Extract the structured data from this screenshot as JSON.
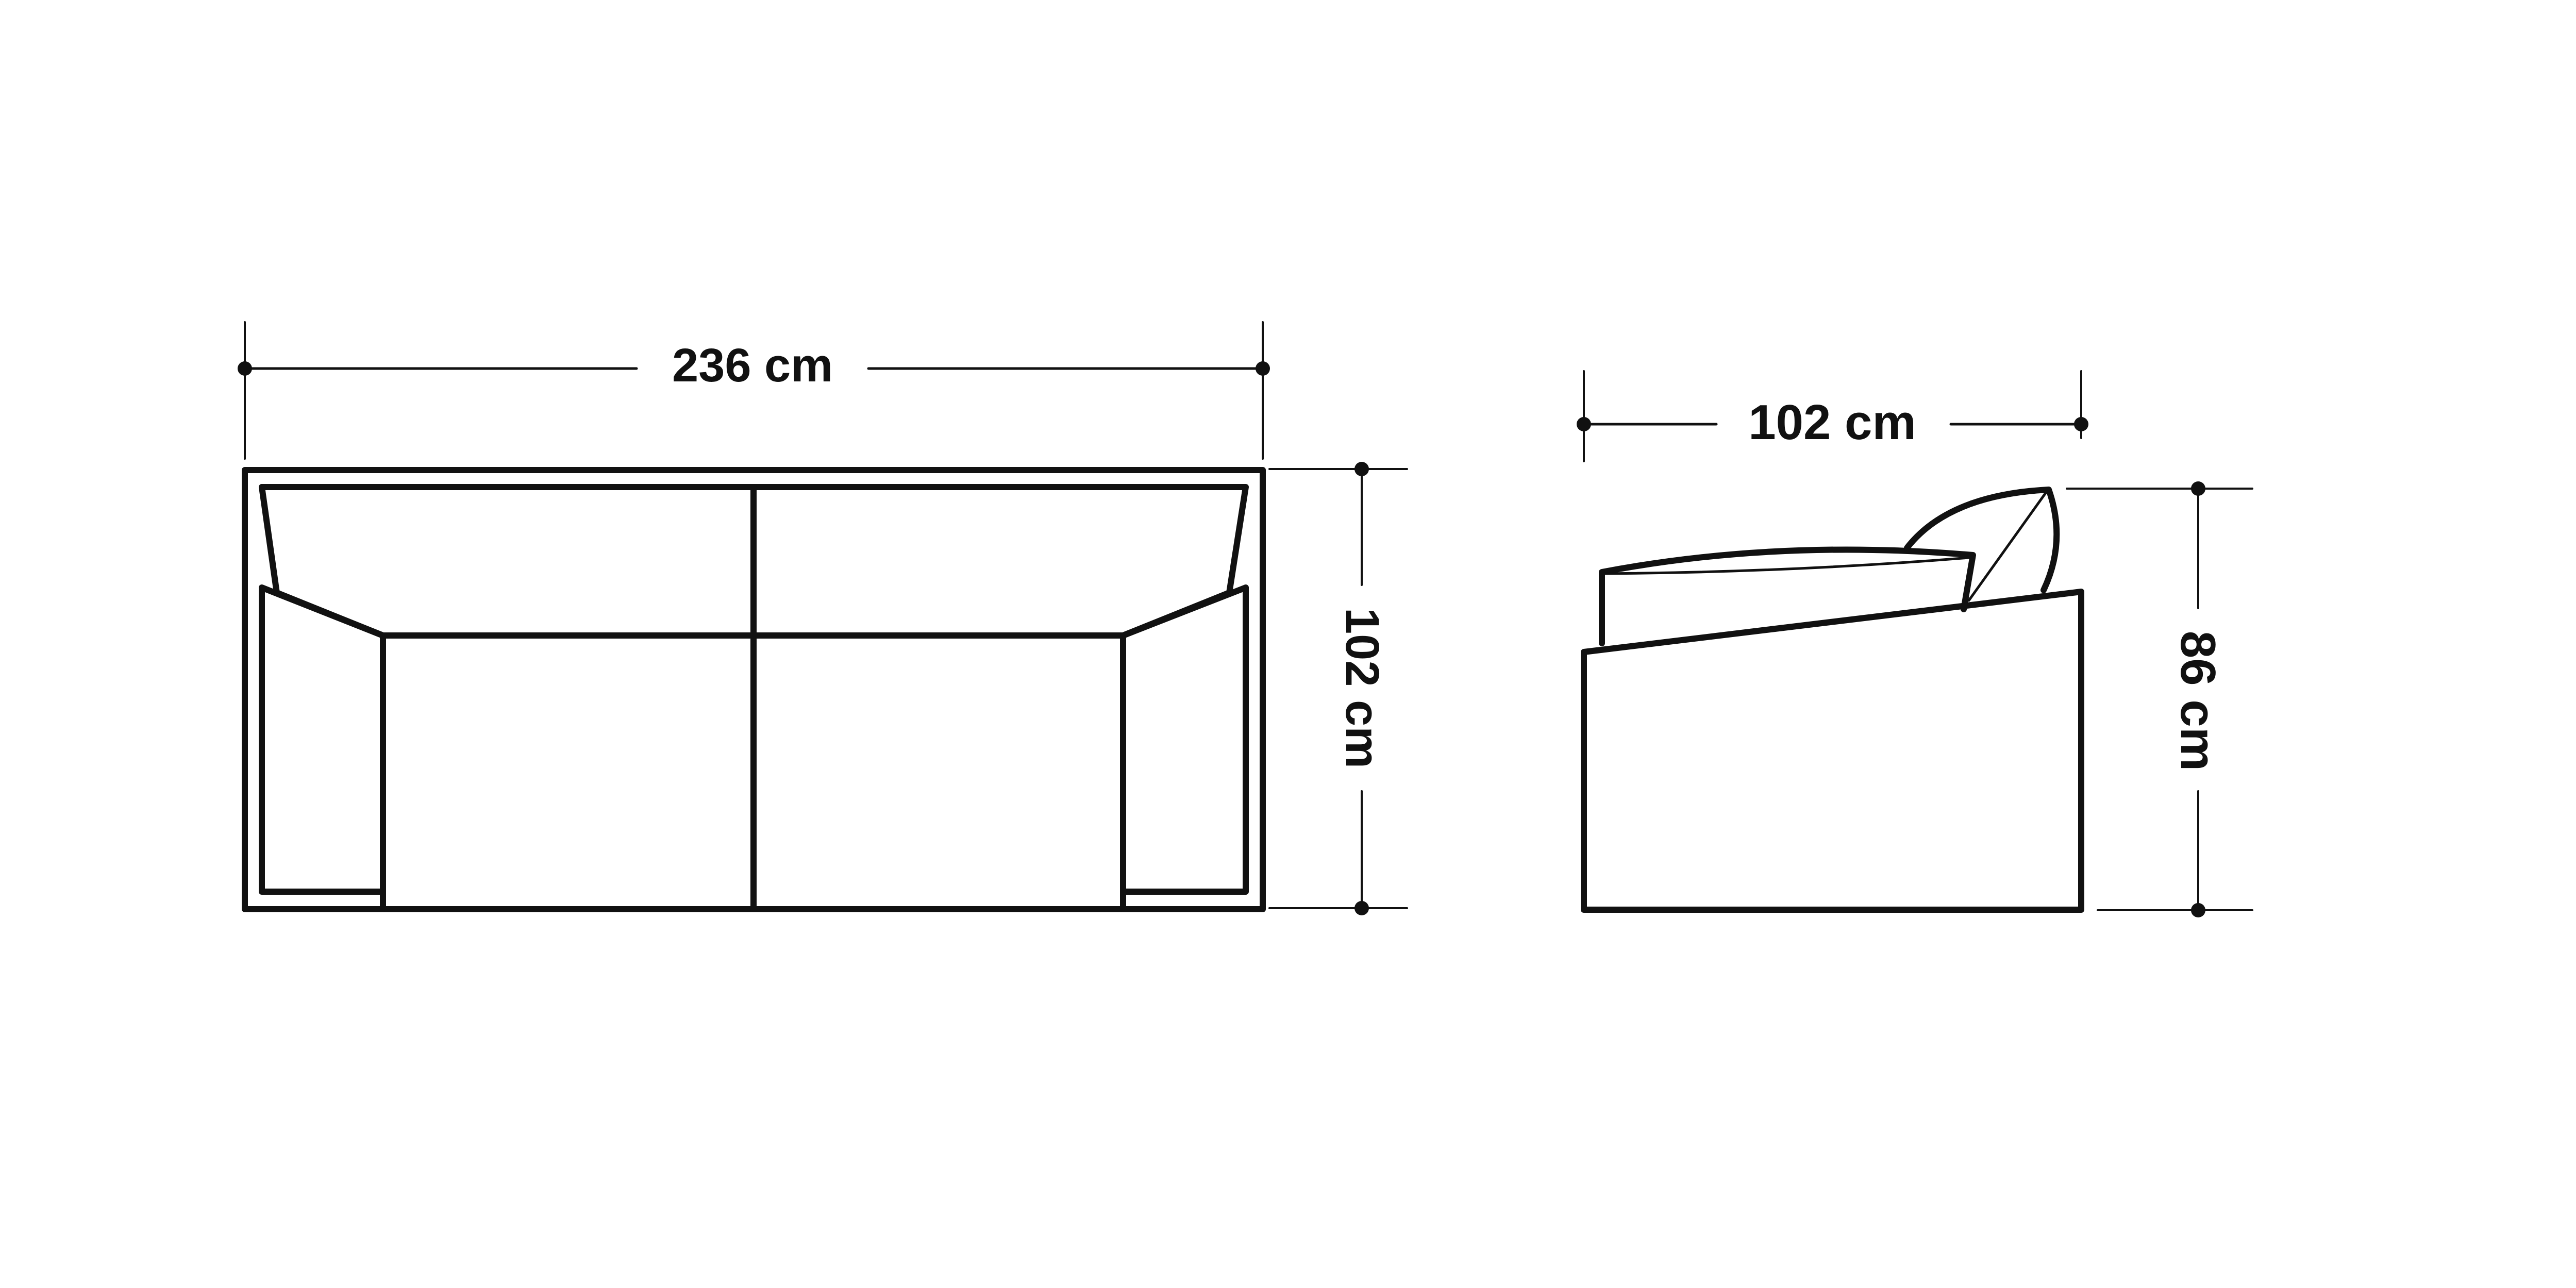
{
  "diagram": {
    "type": "sofa-dimension-drawing",
    "line_color": "#111111",
    "background": "#ffffff",
    "front_view": {
      "width_label": "236 cm",
      "depth_label": "102 cm"
    },
    "side_view": {
      "depth_label": "102 cm",
      "height_label": "86 cm"
    }
  }
}
